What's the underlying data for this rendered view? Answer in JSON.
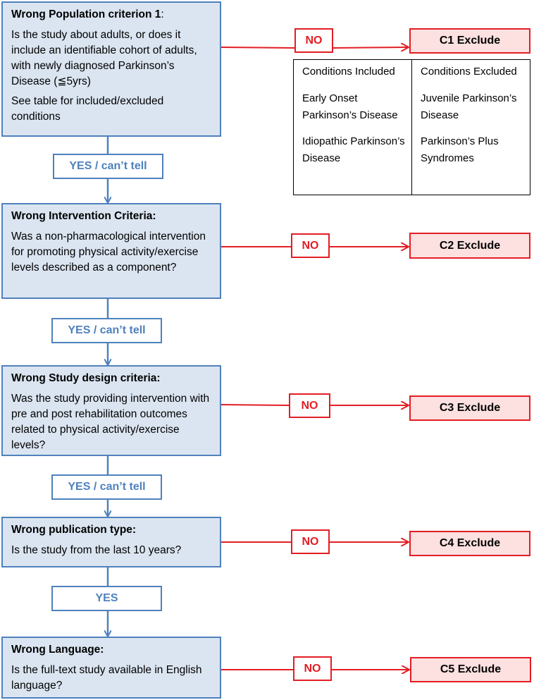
{
  "colors": {
    "box_fill": "#dbe5f1",
    "box_border": "#4f81bd",
    "yes_text": "#4f81bd",
    "no_red": "#e31e24",
    "exclude_fill": "#fde0e0"
  },
  "criteria": [
    {
      "title": "Wrong Population criterion 1",
      "title_suffix": ":",
      "question": "Is the study about adults, or does it include an identifiable cohort of adults, with newly diagnosed Parkinson’s Disease (≦5yrs)",
      "note": "See table for included/excluded conditions"
    },
    {
      "title": "Wrong Intervention Criteria:",
      "question": "Was a non-pharmacological intervention for promoting physical activity/exercise levels described as a component?"
    },
    {
      "title": "Wrong Study design criteria:",
      "question": "Was the study providing intervention with pre and post rehabilitation outcomes related to physical activity/exercise levels?"
    },
    {
      "title": "Wrong publication type:",
      "question": "Is the study from the last 10 years?"
    },
    {
      "title": "Wrong Language:",
      "question": "Is the full-text study available in English language?"
    }
  ],
  "yes_labels": [
    "YES / can’t tell",
    "YES / can’t tell",
    "YES / can’t tell",
    "YES"
  ],
  "no_label": "NO",
  "exclude_labels": [
    "C1 Exclude",
    "C2 Exclude",
    "C3 Exclude",
    "C4 Exclude",
    "C5 Exclude"
  ],
  "conditions_table": {
    "included_header": "Conditions Included",
    "excluded_header": "Conditions Excluded",
    "included": [
      "Early Onset Parkinson’s Disease",
      "Idiopathic Parkinson’s Disease"
    ],
    "excluded": [
      "Juvenile Parkinson’s Disease",
      "Parkinson’s Plus Syndromes"
    ]
  }
}
